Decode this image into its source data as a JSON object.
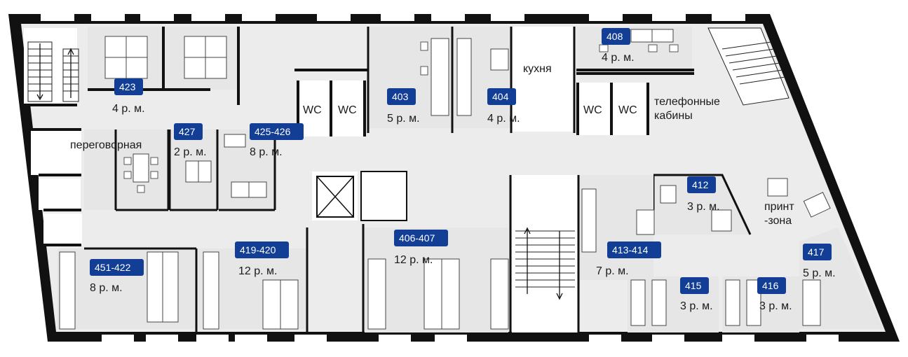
{
  "rooms": [
    {
      "id": "423",
      "capacity": "4 р. м."
    },
    {
      "id": "427",
      "capacity": "2 р. м."
    },
    {
      "id": "425-426",
      "capacity": "8 р. м."
    },
    {
      "id": "403",
      "capacity": "5 р. м."
    },
    {
      "id": "404",
      "capacity": "4 р. м."
    },
    {
      "id": "408",
      "capacity": "4 р. м."
    },
    {
      "id": "412",
      "capacity": "3 р. м."
    },
    {
      "id": "451-422",
      "capacity": "8 р. м."
    },
    {
      "id": "419-420",
      "capacity": "12 р. м."
    },
    {
      "id": "406-407",
      "capacity": "12 р. м."
    },
    {
      "id": "413-414",
      "capacity": "7 р. м."
    },
    {
      "id": "415",
      "capacity": "3 р. м."
    },
    {
      "id": "416",
      "capacity": "3 р. м."
    },
    {
      "id": "417",
      "capacity": "5 р. м."
    }
  ],
  "areas": {
    "meeting_room": "переговорная",
    "kitchen": "кухня",
    "phone_booths_line1": "телефонные",
    "phone_booths_line2": "кабины",
    "print_zone_line1": "принт",
    "print_zone_line2": "-зона",
    "wc": "WC"
  },
  "colors": {
    "badge": "#123e96",
    "wall": "#111111",
    "room_fill": "#e6e6e6"
  }
}
